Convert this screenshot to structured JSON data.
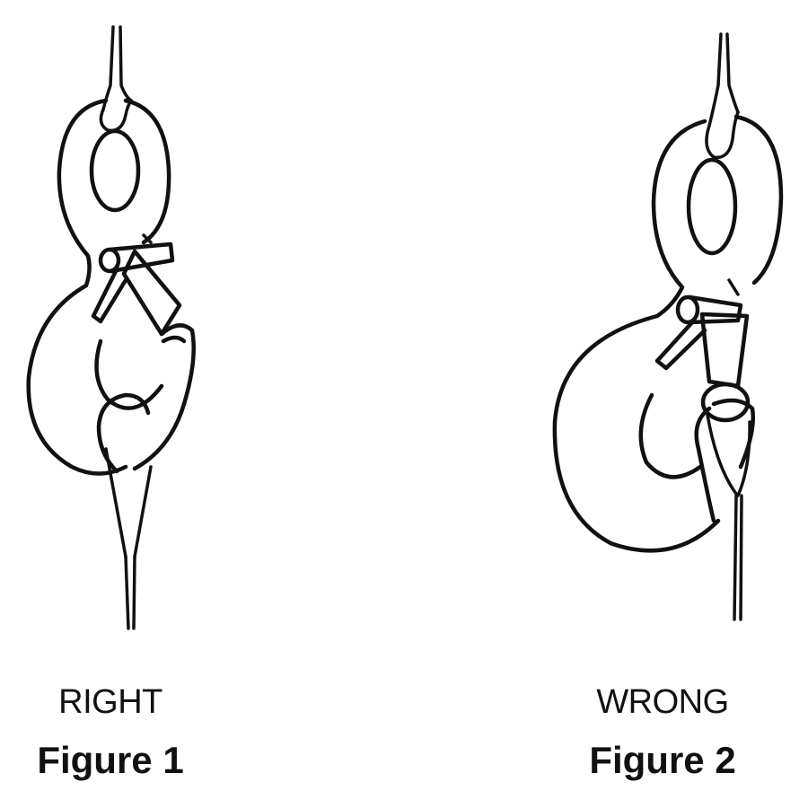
{
  "figures": [
    {
      "verdict": "RIGHT",
      "label": "Figure 1",
      "drawing_icon": "hook-with-sling-seated-in-bowl-icon"
    },
    {
      "verdict": "WRONG",
      "label": "Figure 2",
      "drawing_icon": "hook-with-sling-on-tip-icon"
    }
  ]
}
